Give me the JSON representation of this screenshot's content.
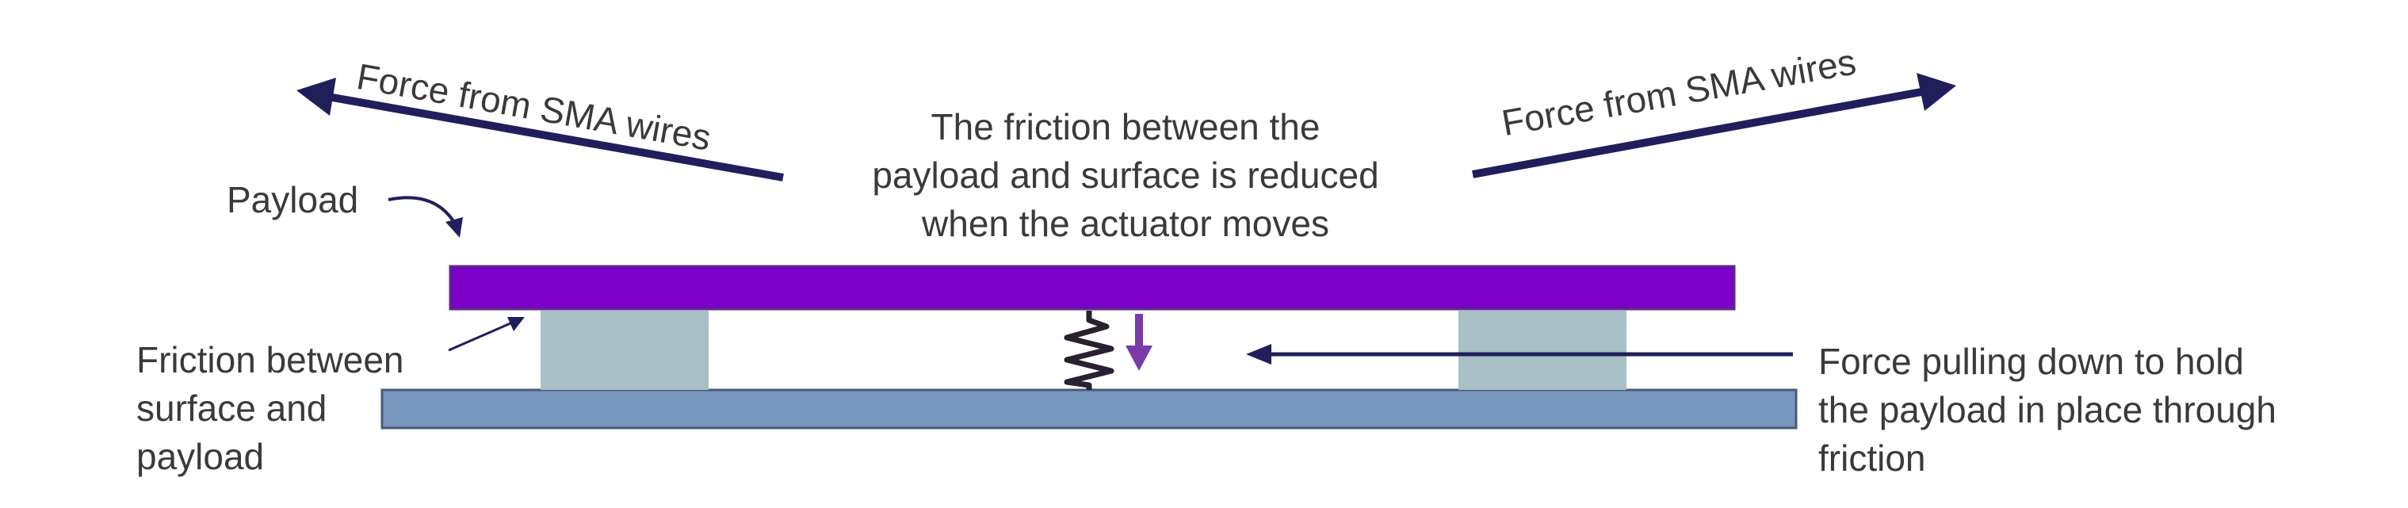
{
  "diagram": {
    "labels": {
      "force_left": "Force from SMA wires",
      "force_right": "Force from SMA wires",
      "payload": "Payload",
      "friction_note": [
        "The friction between the",
        "payload and surface is reduced",
        "when the actuator moves"
      ],
      "friction_between": [
        "Friction between",
        "surface and",
        "payload"
      ],
      "force_pulling": [
        "Force pulling down to hold",
        "the payload in place through",
        "friction"
      ]
    },
    "colors": {
      "payload": "#7a00c8",
      "surface": "#7797bf",
      "pads": "#a9c0c6",
      "arrows": "#1f1f5c",
      "spring": "#2a2030",
      "down_arrow": "#7a3aa8",
      "text": "#3a3a3a"
    }
  }
}
